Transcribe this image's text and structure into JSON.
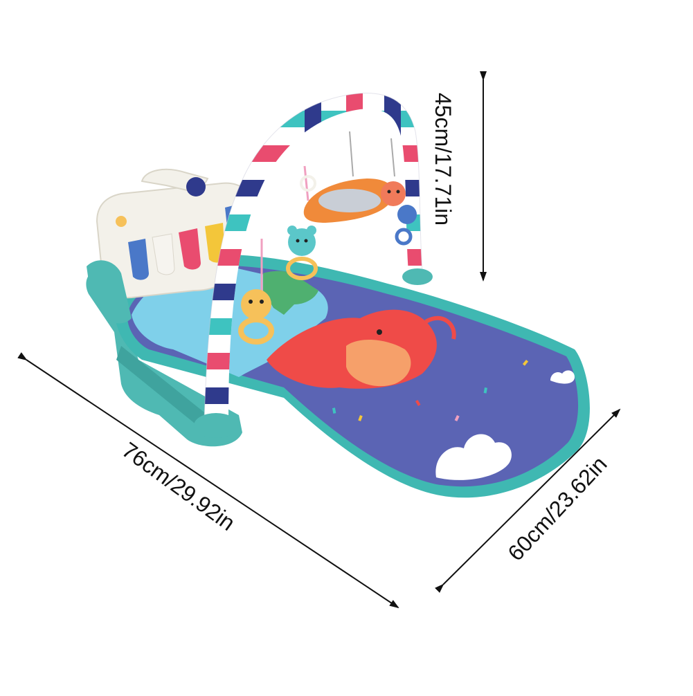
{
  "image": {
    "subject": "baby play gym mat with piano",
    "background_color": "#ffffff"
  },
  "dimensions": {
    "height_label": "45cm/17.71in",
    "length_label": "76cm/29.92in",
    "width_label": "60cm/23.62in"
  },
  "colors": {
    "mat_purple": "#5b64b4",
    "mat_trim_teal": "#3fb8b2",
    "frame_teal": "#4fb9b3",
    "elephant_red": "#ef4b48",
    "arch_stripe_navy": "#2f3a8c",
    "arch_stripe_pink": "#e94c6f",
    "arch_stripe_teal": "#3ec3c0",
    "piano_key_blue": "#4a78c8",
    "piano_key_yellow": "#f3c63a"
  }
}
